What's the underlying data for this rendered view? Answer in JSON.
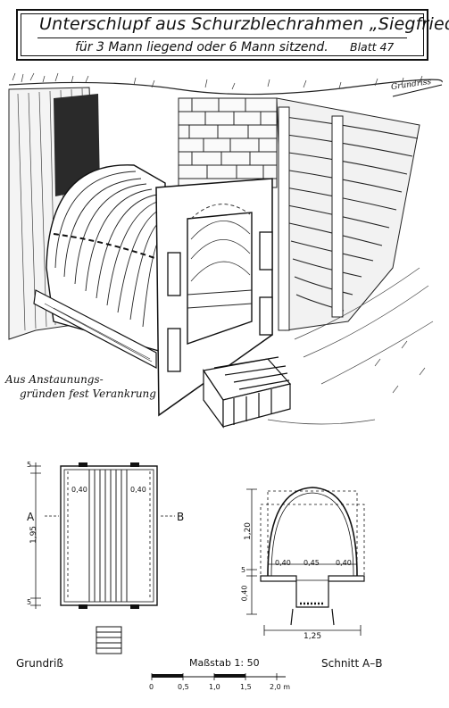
{
  "header": {
    "title": "Unterschlupf aus Schurzblechrahmen „Siegfried“",
    "subtitle": "für 3 Mann liegend  oder  6 Mann sitzend.",
    "sheet": "Blatt 47"
  },
  "illustration": {
    "annotation_line1": "Aus Anstaunungs-",
    "annotation_line2": "gründen fest Verankrung",
    "top_right_note": "Grundriss"
  },
  "plan": {
    "caption": "Grundriß",
    "section_left": "A",
    "section_right": "B",
    "dim_top": "5",
    "dim_length": "1,95",
    "dim_bottom": "5",
    "dim_inner_left": "0,40",
    "dim_inner_right": "0,40"
  },
  "section": {
    "caption": "Schnitt  A–B",
    "dim_height": "1,20",
    "dim_5": "5",
    "dim_lower": "0,40",
    "dim_w_left": "0,40",
    "dim_w_mid": "0,45",
    "dim_w_right": "0,40",
    "dim_width": "1,25"
  },
  "scale": {
    "label": "Maßstab 1: 50",
    "ticks": [
      "0",
      "0,5",
      "1,0",
      "1,5",
      "2,0 m"
    ]
  }
}
